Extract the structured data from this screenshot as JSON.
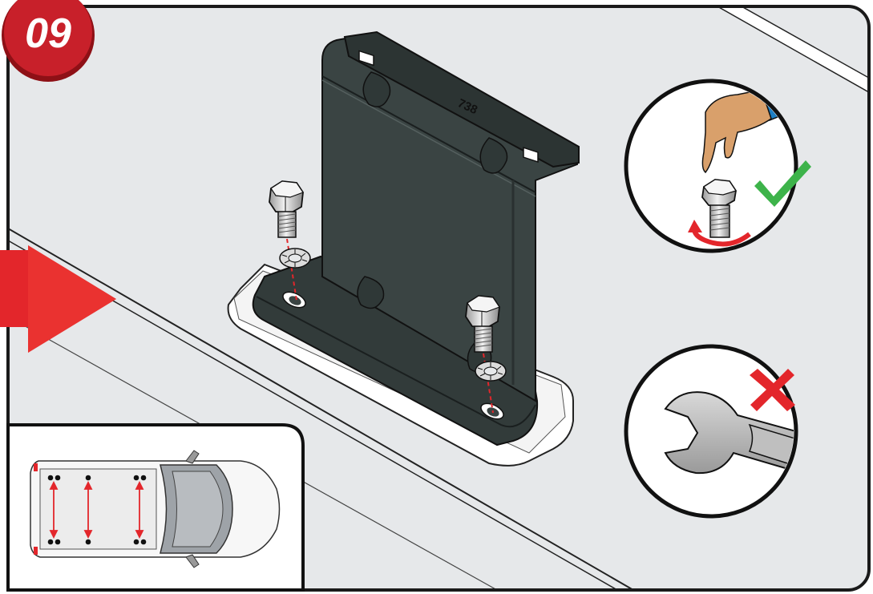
{
  "step": {
    "number": "09"
  },
  "bracket": {
    "part_code": "738"
  },
  "callouts": {
    "hand_tighten_icon": "hand-tighten-bolt-icon",
    "approved_icon": "check-mark-icon",
    "wrench_icon": "open-end-wrench-icon",
    "forbidden_icon": "cross-mark-icon"
  },
  "inset": {
    "vehicle_icon": "van-top-view-icon",
    "mounting_points_per_side": 3
  },
  "colors": {
    "accent_red": "#e3262b",
    "badge_red": "#c8202a",
    "bracket_dark": "#3a4443",
    "roof_grey": "#e6e8ea",
    "check_green": "#3db34a",
    "skin": "#d9a06b",
    "sleeve_blue": "#1d7fc4"
  }
}
